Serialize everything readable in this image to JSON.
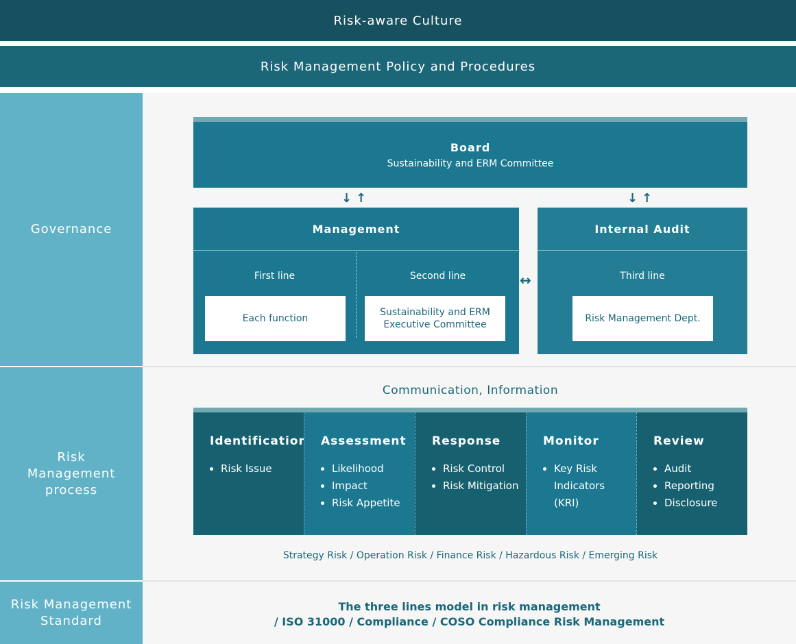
{
  "bands": {
    "culture": "Risk-aware Culture",
    "policy": "Risk Management Policy and Procedures"
  },
  "rows": {
    "governance": "Governance",
    "process_line1": "Risk",
    "process_line2": "Management",
    "process_line3": "process",
    "standard_line1": "Risk Management",
    "standard_line2": "Standard"
  },
  "board": {
    "title": "Board",
    "subtitle": "Sustainability and ERM Committee"
  },
  "arrows": {
    "vertical": "↓↑",
    "horizontal": "↔"
  },
  "management": {
    "title": "Management",
    "first_line": "First line",
    "second_line": "Second line",
    "first_box": "Each function",
    "second_box_line1": "Sustainability and ERM",
    "second_box_line2": "Executive Committee"
  },
  "audit": {
    "title": "Internal Audit",
    "third_line": "Third line",
    "box": "Risk Management Dept."
  },
  "process": {
    "communication": "Communication, Information",
    "steps": [
      {
        "title": "Identification",
        "items": [
          "Risk Issue"
        ]
      },
      {
        "title": "Assessment",
        "items": [
          "Likelihood",
          "Impact",
          "Risk Appetite"
        ]
      },
      {
        "title": "Response",
        "items": [
          "Risk Control",
          "Risk Mitigation"
        ]
      },
      {
        "title": "Monitor",
        "items": [
          "Key Risk",
          "Indicators",
          "(KRI)"
        ]
      },
      {
        "title": "Review",
        "items": [
          "Audit",
          "Reporting",
          "Disclosure"
        ]
      }
    ],
    "risks": "Strategy Risk / Operation Risk / Finance Risk / Hazardous Risk / Emerging Risk"
  },
  "standard": {
    "line1": "The three lines model in risk management",
    "line2": "/ ISO 31000 / Compliance / COSO Compliance Risk Management"
  },
  "colors": {
    "dark_teal": "#17505f",
    "teal": "#1b6778",
    "mid_teal": "#1b7890",
    "light_teal": "#62b2c7",
    "accent_bar": "#72a8b1"
  }
}
